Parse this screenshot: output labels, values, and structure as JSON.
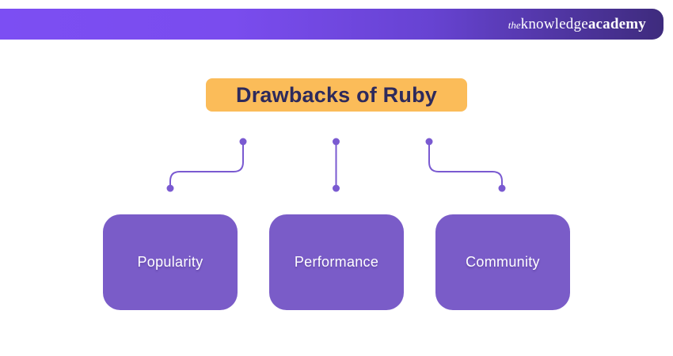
{
  "page": {
    "background": "#ffffff"
  },
  "header": {
    "logo": {
      "the": "the",
      "knowledge": "knowledge",
      "academy": "academy"
    },
    "gradient_left": "#7C4EF3",
    "gradient_right": "#3E2B7D",
    "logo_color": "#FFFFFF"
  },
  "title": {
    "text": "Drawbacks of Ruby",
    "background": "#FBBC59",
    "text_color": "#2D2A5C"
  },
  "diagram": {
    "connector_color": "#7A5AD1",
    "node_background": "#7A5CC8",
    "node_text_color": "#FFFFFF",
    "nodes": [
      {
        "label": "Popularity"
      },
      {
        "label": "Performance"
      },
      {
        "label": "Community"
      }
    ]
  }
}
